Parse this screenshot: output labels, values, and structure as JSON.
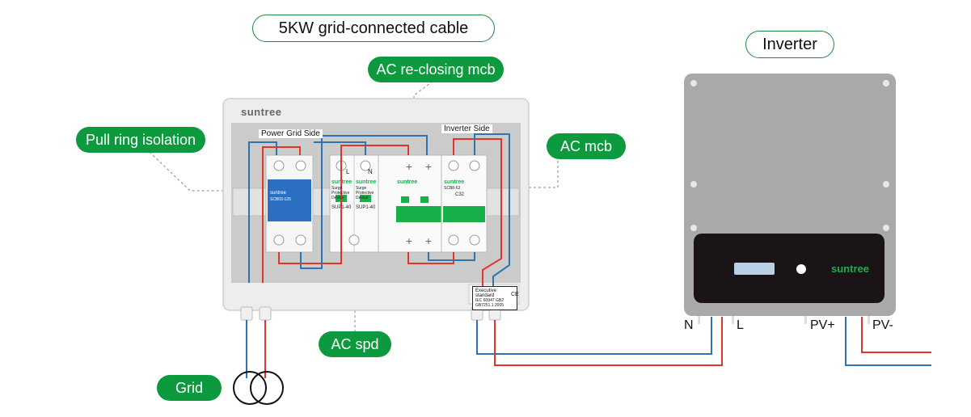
{
  "title": "5KW grid-connected cable",
  "inverter_label": "Inverter",
  "callouts": {
    "ac_reclosing_mcb": "AC re-closing mcb",
    "pull_ring_isolation": "Pull ring isolation",
    "ac_mcb": "AC mcb",
    "ac_spd": "AC spd",
    "grid": "Grid"
  },
  "box": {
    "brand": "suntree",
    "power_grid_side": "Power Grid Side",
    "inverter_side": "Inverter Side",
    "executive_standard": "Executive standard",
    "standard_line1": "IEC 60947 GB2",
    "standard_line2": "GB7251.1 2005",
    "ce_mark": "CE"
  },
  "devices": {
    "isolator_model": "SCB03-125",
    "spd_model": "SUP1-40",
    "spd_label": "Surge Protective Device",
    "mcb_model": "SCB8-63",
    "mcb_rating": "C32",
    "terminal_l": "L",
    "terminal_n": "N",
    "device_brand": "suntree"
  },
  "inverter": {
    "brand": "suntree",
    "terminals": [
      "N",
      "L",
      "PV+",
      "PV-"
    ]
  },
  "colors": {
    "accent_green": "#0d9a3f",
    "wire_red": "#e0352b",
    "wire_blue": "#2f73b0",
    "isolator_blue": "#2a6fc2",
    "inverter_body": "#a9a9a9",
    "inverter_panel": "#1a1416"
  }
}
